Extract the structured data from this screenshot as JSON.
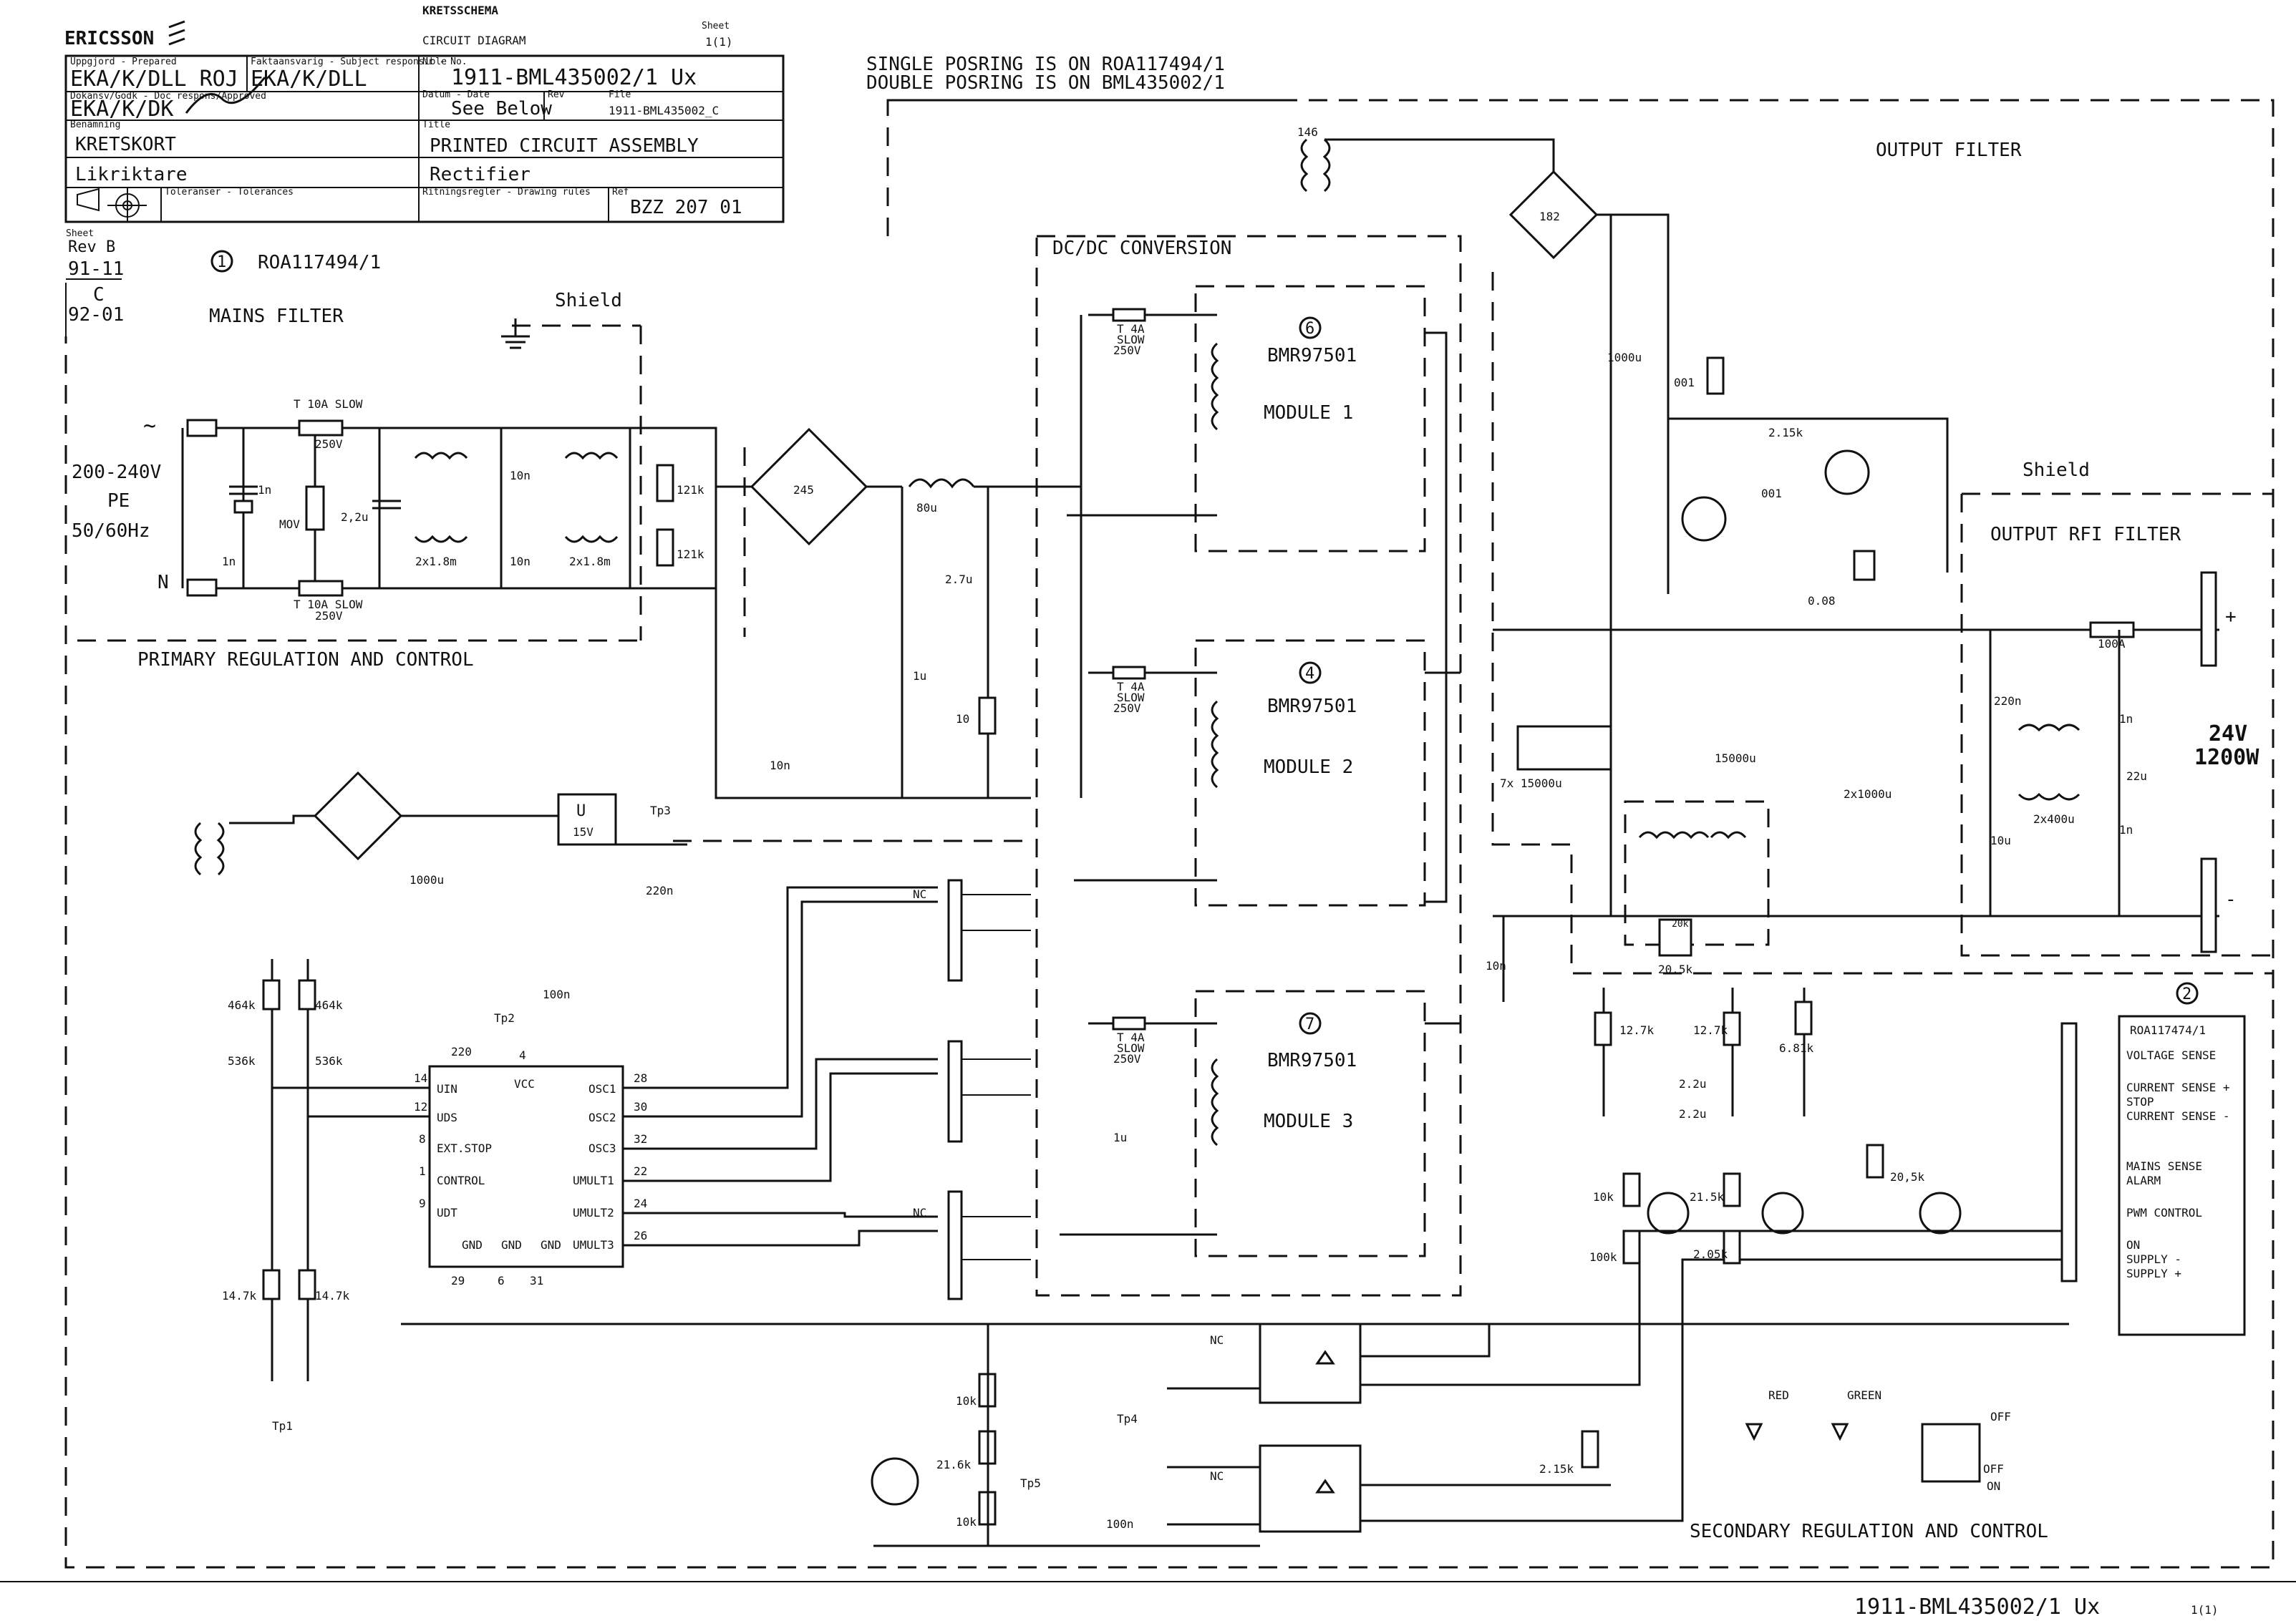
{
  "title_block": {
    "company": "ERICSSON",
    "doc_type_sv": "KRETSSCHEMA",
    "doc_type_en": "CIRCUIT DIAGRAM",
    "sheet_label": "Sheet",
    "sheet_value": "1(1)",
    "prepared_label": "Uppgjord - Prepared",
    "prepared": "EKA/K/DLL ROJ",
    "responsible_label": "Faktaansvarig - Subject responsible",
    "responsible": "EKA/K/DLL",
    "approved_label": "Dokansv/Godk - Doc respons/Approved",
    "approved": "EKA/K/DK",
    "number_label": "Nr - No.",
    "number": "1911-BML435002/1 Ux",
    "date_label": "Datum - Date",
    "date": "See Below",
    "rev_label": "Rev",
    "file_label": "File",
    "file": "1911-BML435002_C",
    "name_label": "Benämning",
    "name_sv1": "KRETSKORT",
    "name_sv2": "Likriktare",
    "title_label": "Title",
    "title_en1": "PRINTED CIRCUIT ASSEMBLY",
    "title_en2": "Rectifier",
    "tolerance_label": "Toleranser - Tolerances",
    "rules_label": "Ritningsregler - Drawing rules",
    "ref_label": "Ref",
    "ref": "BZZ 207 01",
    "sheet_rev_label": "Sheet",
    "rev_b": "Rev B",
    "rev_b_date": "91-11",
    "rev_c": "C",
    "rev_c_date": "92-01"
  },
  "notes": {
    "note1": "SINGLE POSRING IS ON ROA117494/1",
    "note2": "DOUBLE POSRING IS ON BML435002/1"
  },
  "sections": {
    "mains_filter": "MAINS FILTER",
    "primary": "PRIMARY REGULATION AND CONTROL",
    "dcdc": "DC/DC CONVERSION",
    "output_filter": "OUTPUT FILTER",
    "output_rfi": "OUTPUT RFI FILTER",
    "secondary": "SECONDARY REGULATION AND CONTROL",
    "shield": "Shield",
    "shield2": "Shield"
  },
  "board": {
    "ref1_num": "1",
    "ref1": "ROA117494/1",
    "ref2_num": "2",
    "ref2": "ROA117474/1"
  },
  "input": {
    "voltage": "200-240V",
    "pe": "PE",
    "freq": "50/60Hz",
    "n": "N"
  },
  "output": {
    "voltage": "24V",
    "power": "1200W",
    "plus": "+",
    "minus": "-"
  },
  "modules": [
    {
      "ref": "6",
      "part": "BMR97501",
      "name": "MODULE 1"
    },
    {
      "ref": "4",
      "part": "BMR97501",
      "name": "MODULE 2"
    },
    {
      "ref": "7",
      "part": "BMR97501",
      "name": "MODULE 3"
    }
  ],
  "fuses": {
    "f131": "T 10A SLOW",
    "f131v": "250V",
    "f132": "T 10A SLOW",
    "f132v": "250V",
    "f133": "T 4A",
    "f133b": "SLOW",
    "f133v": "250V",
    "f134": "T 4A",
    "f134b": "SLOW",
    "f134v": "250V",
    "f135": "T 4A",
    "f135b": "SLOW",
    "f135v": "250V",
    "f136": "100A"
  },
  "components": {
    "c81": "1n",
    "c82": "1n",
    "c83": "2,2u",
    "mov": "MOV",
    "c84": "10n",
    "c85": "10n",
    "l141": "2x1.8m",
    "l142": "2x1.8m",
    "r41": "121k",
    "r42": "121k",
    "l143": "80u",
    "c88": "2.7u",
    "c87": "1u",
    "r74": "10",
    "c86": "10n",
    "c96": "1000u",
    "r58": "001",
    "r55": "2.15k",
    "r57": "001",
    "r59": "0.08",
    "c97": "7x 15000u",
    "c94": "1000u",
    "reg": "U",
    "reg_v": "15V",
    "c92": "220n",
    "c91": "100n",
    "r43": "464k",
    "r44": "464k",
    "r45": "536k",
    "r46": "536k",
    "r47": "14.7k",
    "r48": "14.7k",
    "c104": "15000u",
    "c105": "2x1000u",
    "c107": "220n",
    "c108": "10u",
    "l145": "2x400u",
    "c109": "22u",
    "c110": "1n",
    "c111": "1n",
    "c98": "1u",
    "c90": "10n",
    "r64": "12.7k",
    "r65": "12.7k",
    "r66": "6.81k",
    "c112": "2.2u",
    "c113": "2.2u",
    "r124": "20k",
    "r63": "20.5k",
    "r67": "10k",
    "r68": "100k",
    "r69": "21.5k",
    "r70": "2.05k",
    "r73": "20,5k",
    "r51": "10k",
    "r53": "21.6k",
    "r52": "10k",
    "c114": "100n",
    "r54": "2.15k"
  },
  "ic": {
    "ref": "220",
    "pins_left": [
      "UIN",
      "UDS",
      "EXT.STOP",
      "CONTROL",
      "UDT"
    ],
    "pins_right": [
      "OSC1",
      "OSC2",
      "OSC3",
      "UMULT1",
      "UMULT2",
      "UMULT3"
    ],
    "pins_bottom": [
      "GND",
      "GND",
      "GND"
    ],
    "vcc": "VCC",
    "pin_nums_left": [
      "14",
      "12",
      "8",
      "1",
      "9"
    ],
    "pin_nums_right": [
      "28",
      "30",
      "32",
      "22",
      "24",
      "26"
    ],
    "pin_nums_bottom": [
      "29",
      "6",
      "31"
    ],
    "pin_vcc": "4"
  },
  "test_points": {
    "tp1": "Tp1",
    "tp2": "Tp2",
    "tp3": "Tp3",
    "tp4": "Tp4",
    "tp5": "Tp5"
  },
  "leds": {
    "red": "RED",
    "green": "GREEN",
    "off": "OFF",
    "on": "ON",
    "nc": "NC"
  },
  "connector_signals": [
    "VOLTAGE SENSE",
    "CURRENT SENSE +",
    "STOP",
    "CURRENT SENSE -",
    "MAINS SENSE",
    "ALARM",
    "PWM CONTROL",
    "ON",
    "SUPPLY -",
    "SUPPLY +"
  ],
  "footer": {
    "number": "1911-BML435002/1 Ux",
    "sheet": "1(1)"
  }
}
